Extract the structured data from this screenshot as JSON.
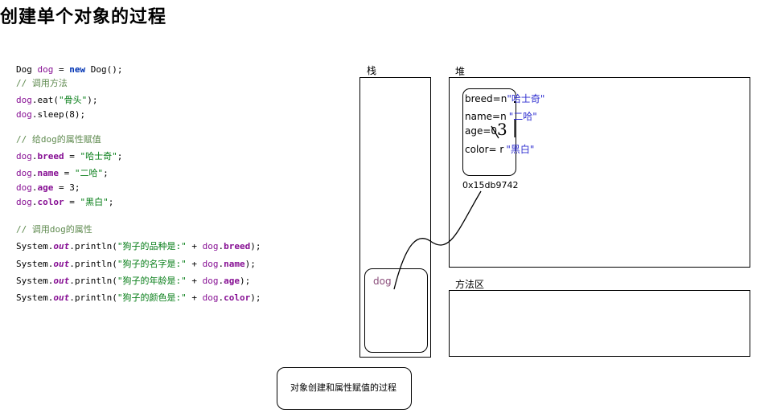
{
  "title": "创建单个对象的过程",
  "code": {
    "l1": {
      "a": "Dog ",
      "b": "dog",
      "c": " = ",
      "d": "new",
      "e": " Dog();"
    },
    "c1": "// 调用方法",
    "l2": {
      "a": "dog",
      "b": ".eat(",
      "c": "\"骨头\"",
      "d": ");"
    },
    "l3": {
      "a": "dog",
      "b": ".sleep(8);"
    },
    "c2": "// 给dog的属性赋值",
    "l4": {
      "a": "dog",
      "b": ".",
      "c": "breed",
      "d": " = ",
      "e": "\"哈士奇\"",
      "f": ";"
    },
    "l5": {
      "a": "dog",
      "b": ".",
      "c": "name",
      "d": " = ",
      "e": "\"二哈\"",
      "f": ";"
    },
    "l6": {
      "a": "dog",
      "b": ".",
      "c": "age",
      "d": " = 3;"
    },
    "l7": {
      "a": "dog",
      "b": ".",
      "c": "color",
      "d": " = ",
      "e": "\"黑白\"",
      "f": ";"
    },
    "c3": "// 调用dog的属性",
    "p1": {
      "a": "System.",
      "b": "out",
      "c": ".println(",
      "d": "\"狗子的品种是:\"",
      "e": " + ",
      "f": "dog",
      "g": ".",
      "h": "breed",
      "i": ");"
    },
    "p2": {
      "a": "System.",
      "b": "out",
      "c": ".println(",
      "d": "\"狗子的名字是:\"",
      "e": " + ",
      "f": "dog",
      "g": ".",
      "h": "name",
      "i": ");"
    },
    "p3": {
      "a": "System.",
      "b": "out",
      "c": ".println(",
      "d": "\"狗子的年龄是:\"",
      "e": " + ",
      "f": "dog",
      "g": ".",
      "h": "age",
      "i": ");"
    },
    "p4": {
      "a": "System.",
      "b": "out",
      "c": ".println(",
      "d": "\"狗子的颜色是:\"",
      "e": " + ",
      "f": "dog",
      "g": ".",
      "h": "color",
      "i": ");"
    }
  },
  "diagram": {
    "stack_label": "栈",
    "heap_label": "堆",
    "method_area_label": "方法区",
    "stack_var": "dog",
    "address": "0x15db9742",
    "fields": [
      {
        "name": "breed=n",
        "value": "\"哈士奇\""
      },
      {
        "name": "name=n",
        "value": "\"二哈\""
      },
      {
        "name": "age=0",
        "value": ""
      },
      {
        "name": "color= r",
        "value": "\"黑白\""
      }
    ],
    "handwritten_age": "3",
    "caption": "对象创建和属性赋值的过程"
  }
}
